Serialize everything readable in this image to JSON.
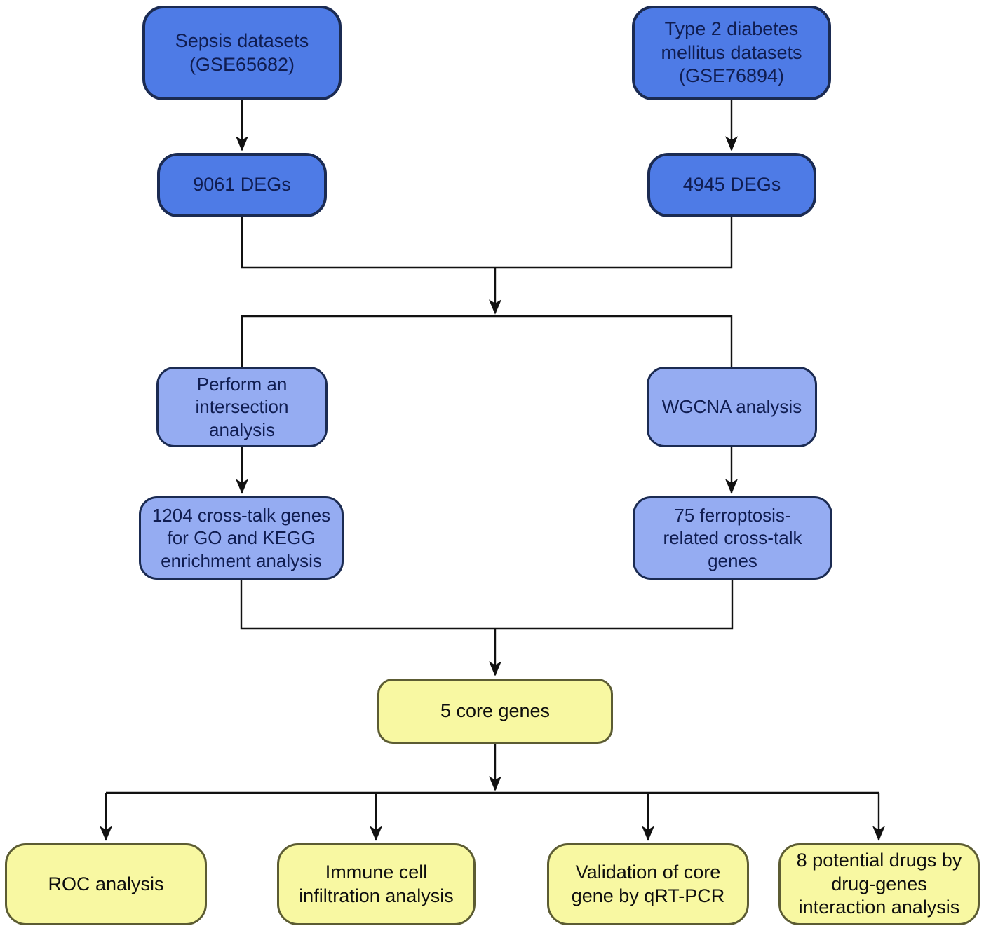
{
  "diagram_type": "flowchart",
  "colors": {
    "dark_blue_fill": "#4e7be6",
    "light_blue_fill": "#95acf2",
    "navy_border": "#1b2b52",
    "yellow_fill": "#f8f8a2",
    "olive_border": "#5c5c33",
    "connector_line": "#111111",
    "background": "#ffffff"
  },
  "nodes": {
    "sepsis": {
      "label": "Sepsis datasets\n(GSE65682)"
    },
    "t2dm": {
      "label": "Type 2 diabetes\nmellitus datasets\n(GSE76894)"
    },
    "degs_sepsis": {
      "label": "9061 DEGs"
    },
    "degs_t2dm": {
      "label": "4945 DEGs"
    },
    "intersection": {
      "label": "Perform an\nintersection\nanalysis"
    },
    "wgcna": {
      "label": "WGCNA analysis"
    },
    "crosstalk": {
      "label": "1204 cross-talk genes\nfor GO and KEGG\nenrichment analysis"
    },
    "ferroptosis": {
      "label": "75 ferroptosis-\nrelated cross-talk\ngenes"
    },
    "core_genes": {
      "label": "5 core genes"
    },
    "roc": {
      "label": "ROC analysis"
    },
    "immune": {
      "label": "Immune cell\ninfiltration analysis"
    },
    "validation": {
      "label": "Validation of core\ngene by qRT-PCR"
    },
    "drugs": {
      "label": "8 potential drugs by\ndrug-genes\ninteraction analysis"
    }
  }
}
